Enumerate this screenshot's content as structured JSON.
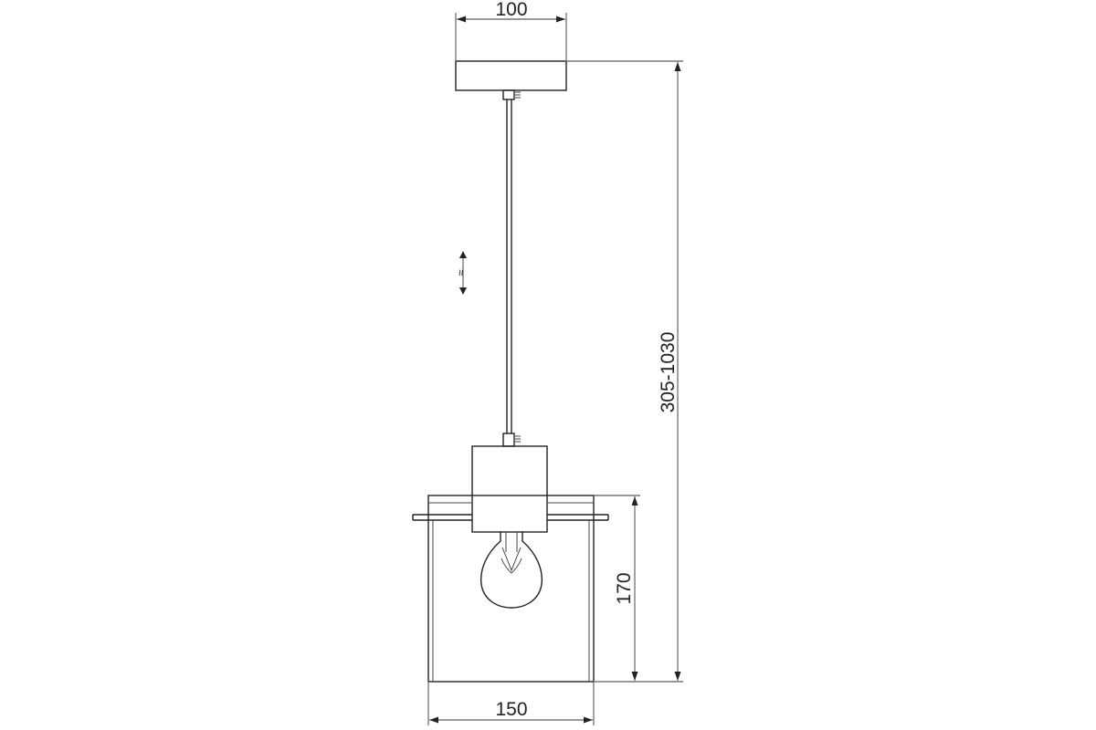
{
  "dimensions": {
    "canopy_width": "100",
    "total_height": "305-1030",
    "shade_height": "170",
    "shade_width": "150"
  },
  "adjustable_mark": "≈",
  "colors": {
    "line": "#222222",
    "background": "#ffffff"
  }
}
